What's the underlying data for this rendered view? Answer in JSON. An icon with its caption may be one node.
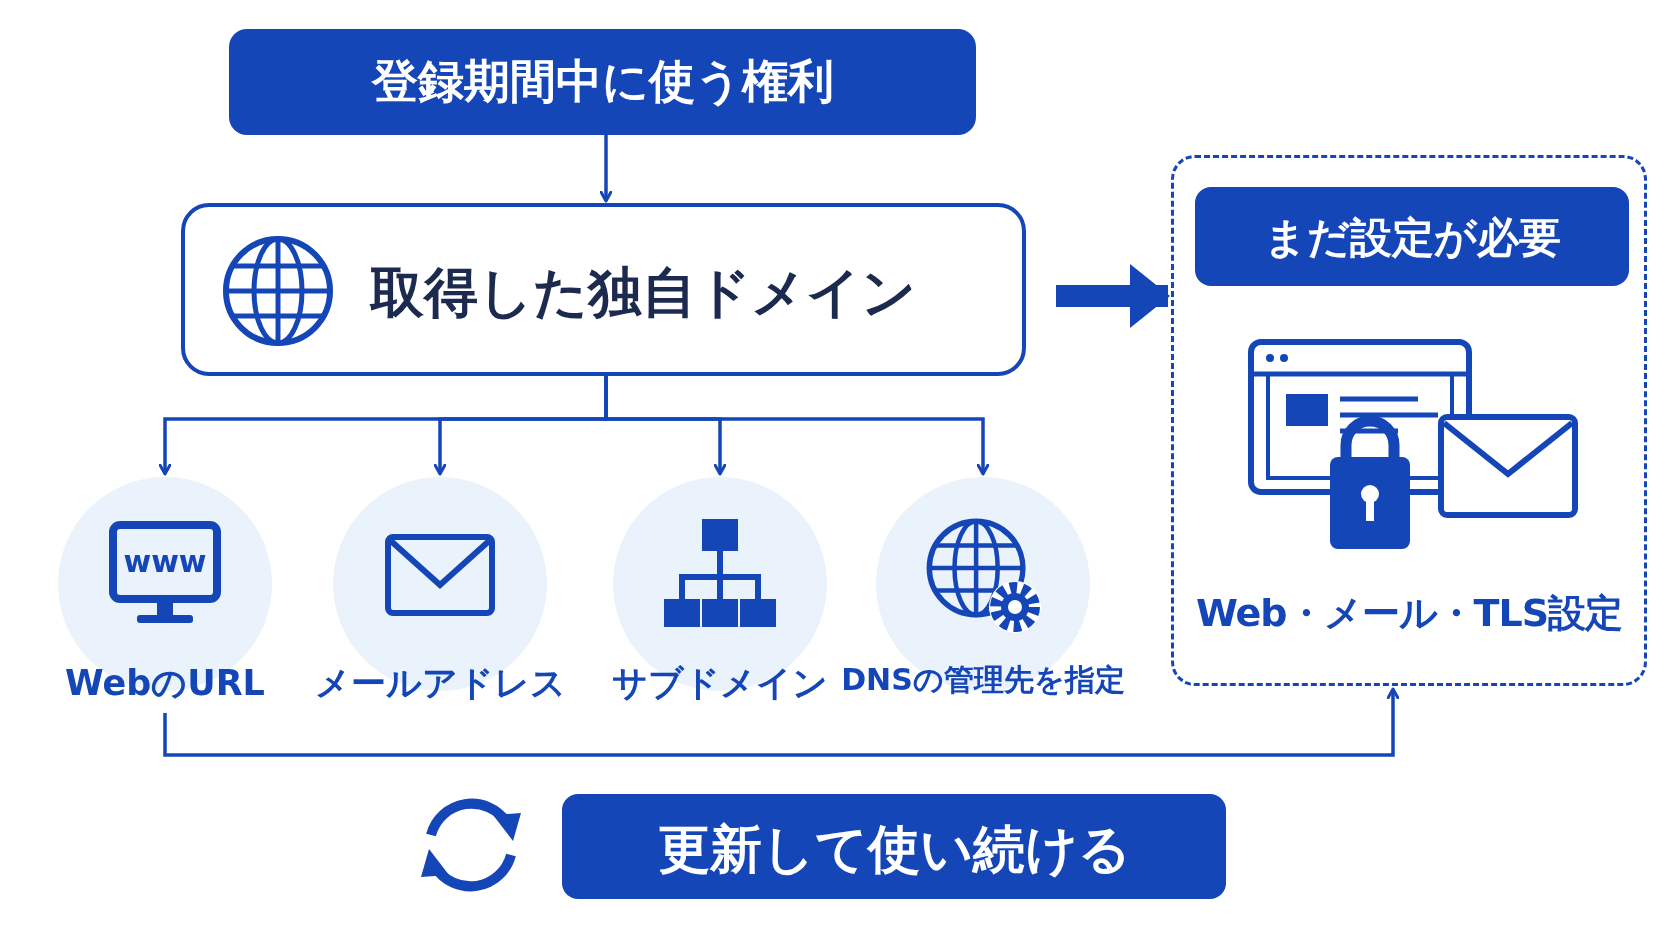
{
  "diagram": {
    "nodes": [
      {
        "text": [
          "登録期間中に使う権利"
        ]
      },
      {
        "text": [
          "取得した独自ドメイン"
        ]
      },
      {
        "text": [
          "Web・メール・TLS設定"
        ]
      },
      {
        "text": [
          "まだ設定が必要"
        ],
        "in": 2
      },
      {
        "text": [
          "WebのURL"
        ]
      },
      {
        "text": [
          "メールアドレス"
        ]
      },
      {
        "text": [
          "サブドメイン"
        ]
      },
      {
        "text": [
          "DNSの管理先を指定"
        ]
      },
      {
        "text": [
          "更新して使い続ける"
        ]
      }
    ],
    "edges": [
      {
        "from": 0,
        "to": 1,
        "arrow": "to"
      },
      {
        "from": 1,
        "to": 4,
        "arrow": "to"
      },
      {
        "from": 1,
        "to": 5,
        "arrow": "to"
      },
      {
        "from": 1,
        "to": 6,
        "arrow": "to"
      },
      {
        "from": 1,
        "to": 7,
        "arrow": "to"
      },
      {
        "from": 1,
        "to": 2,
        "arrow": "to",
        "style": "thick"
      },
      {
        "from": 4,
        "to": 2,
        "arrow": "to"
      }
    ],
    "labels": [
      "www"
    ]
  }
}
